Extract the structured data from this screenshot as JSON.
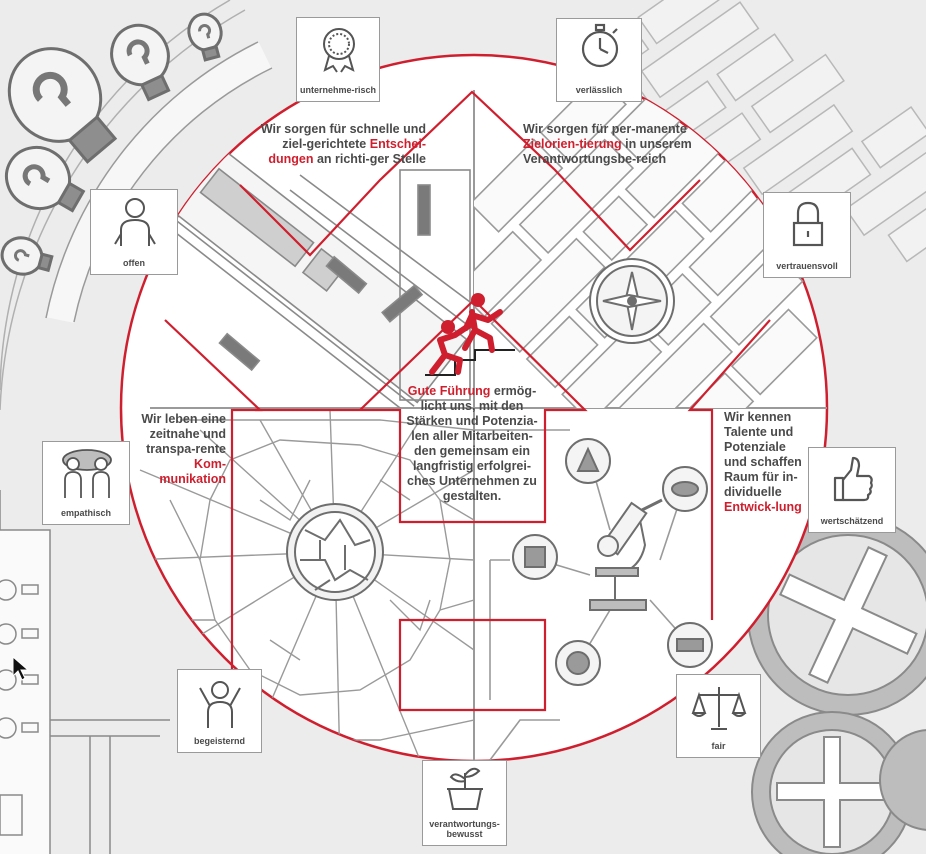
{
  "colors": {
    "accent": "#cf1f2e",
    "line": "#8c8c8c",
    "text": "#4a4a4a",
    "background": "#ececec"
  },
  "quadrants": {
    "top_left": {
      "pre": "Wir sorgen für schnelle und ziel-gerichtete ",
      "highlight": "Entschei-dungen",
      "post": " an richti-ger Stelle"
    },
    "top_right": {
      "pre": "Wir sorgen für per-manente ",
      "highlight": "Zielorien-tierung",
      "post": " in unserem Verantwortungsbe-reich"
    },
    "left": {
      "pre": "Wir leben eine zeitnahe und transpa-rente ",
      "highlight": "Kom-munikation",
      "post": ""
    },
    "right": {
      "pre": "Wir kennen Talente und Potenziale und schaffen Raum für in-dividuelle ",
      "highlight": "Entwick-lung",
      "post": ""
    }
  },
  "center": {
    "highlight": "Gute Führung",
    "text": " ermög-licht uns, mit den Stärken und Potenzia-len aller Mitarbeiten-den gemeinsam ein langfristig erfolgrei-ches Unternehmen zu gestalten."
  },
  "badges": [
    {
      "id": "unternehmerisch",
      "label": "unternehme-risch",
      "icon": "seal-icon"
    },
    {
      "id": "verlaesslich",
      "label": "verlässlich",
      "icon": "stopwatch-icon"
    },
    {
      "id": "offen",
      "label": "offen",
      "icon": "person-icon"
    },
    {
      "id": "vertrauensvoll",
      "label": "vertrauensvoll",
      "icon": "padlock-icon"
    },
    {
      "id": "empathisch",
      "label": "empathisch",
      "icon": "two-people-icon"
    },
    {
      "id": "wertschaetzend",
      "label": "wertschätzend",
      "icon": "thumbs-up-icon"
    },
    {
      "id": "begeisternd",
      "label": "begeisternd",
      "icon": "cheering-person-icon"
    },
    {
      "id": "fair",
      "label": "fair",
      "icon": "scales-icon"
    },
    {
      "id": "verantwortungsbewusst",
      "label": "verantwortungs-bewusst",
      "icon": "potted-plant-icon"
    }
  ]
}
